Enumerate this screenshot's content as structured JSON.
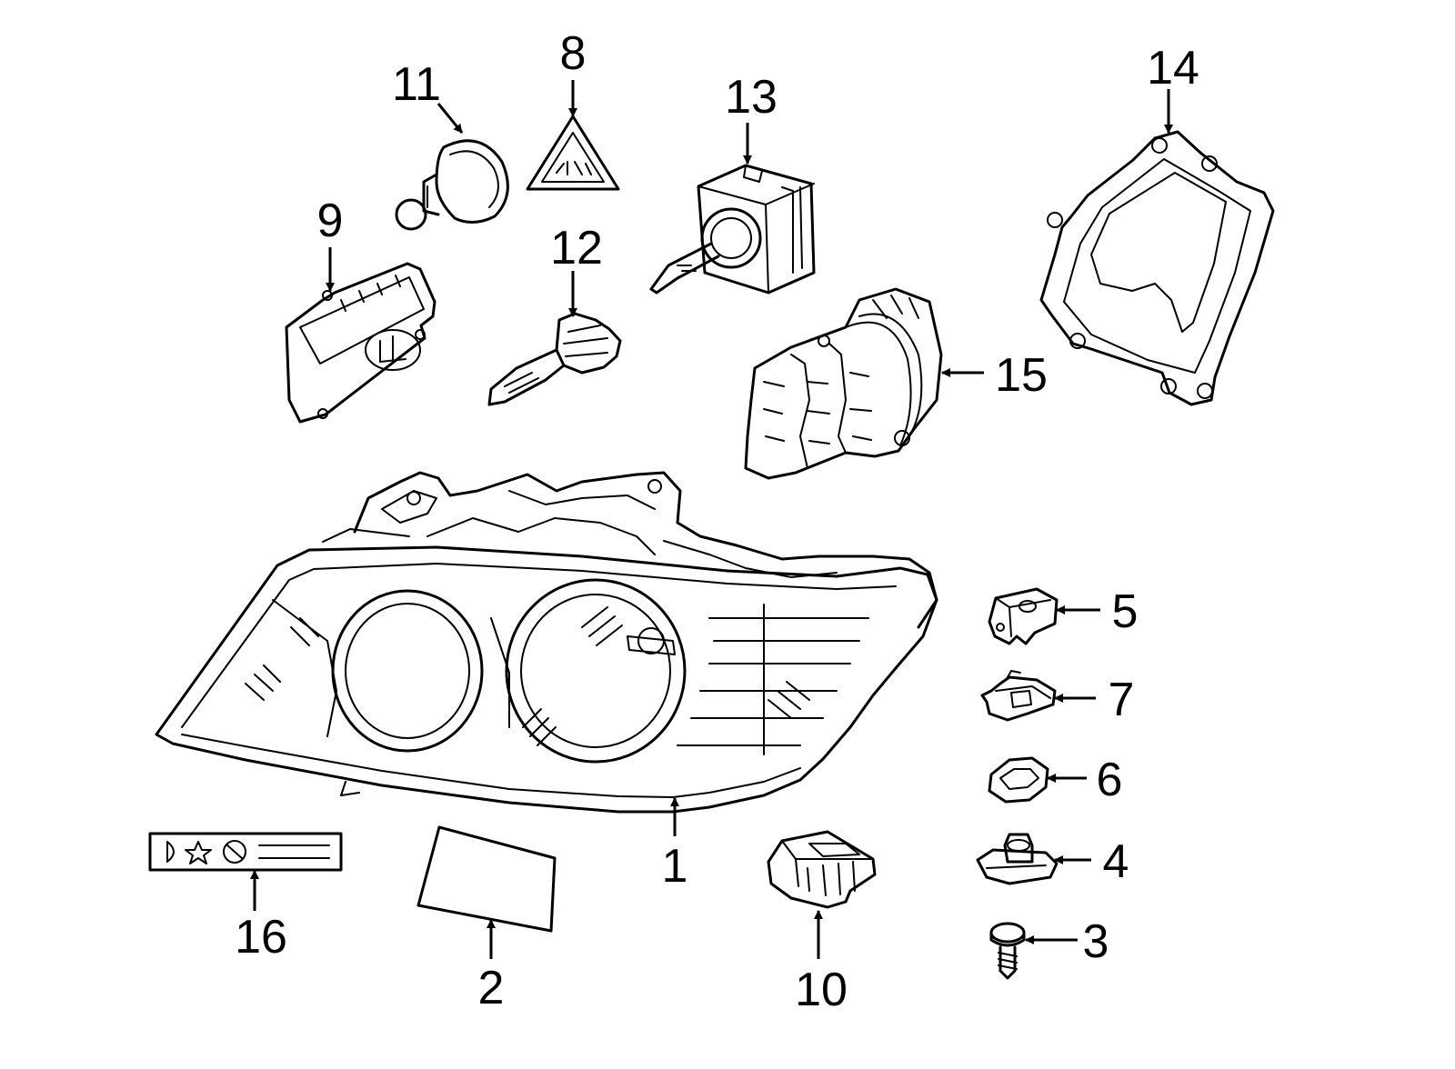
{
  "diagram": {
    "callouts": [
      {
        "id": "1",
        "label": "1",
        "part": "headlamp-assembly"
      },
      {
        "id": "2",
        "label": "2",
        "part": "lens-label"
      },
      {
        "id": "3",
        "label": "3",
        "part": "screw"
      },
      {
        "id": "4",
        "label": "4",
        "part": "clip-nut"
      },
      {
        "id": "5",
        "label": "5",
        "part": "mount-bracket"
      },
      {
        "id": "6",
        "label": "6",
        "part": "grommet"
      },
      {
        "id": "7",
        "label": "7",
        "part": "retainer-clip"
      },
      {
        "id": "8",
        "label": "8",
        "part": "warning-label"
      },
      {
        "id": "9",
        "label": "9",
        "part": "control-module"
      },
      {
        "id": "10",
        "label": "10",
        "part": "connector-module"
      },
      {
        "id": "11",
        "label": "11",
        "part": "bulb-socket"
      },
      {
        "id": "12",
        "label": "12",
        "part": "halogen-bulb"
      },
      {
        "id": "13",
        "label": "13",
        "part": "xenon-bulb"
      },
      {
        "id": "14",
        "label": "14",
        "part": "rear-cover"
      },
      {
        "id": "15",
        "label": "15",
        "part": "led-module"
      },
      {
        "id": "16",
        "label": "16",
        "part": "symbol-label"
      }
    ]
  }
}
